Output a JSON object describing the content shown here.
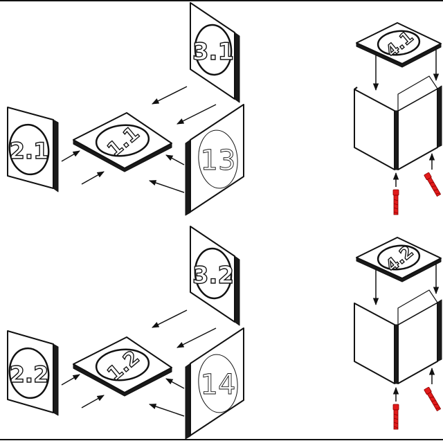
{
  "labels": {
    "top_panel_1": "1.1",
    "left_panel_1": "2.1",
    "back_panel_1": "3.1",
    "front_panel_1": "13",
    "lid_1": "4.1",
    "top_panel_2": "1.2",
    "left_panel_2": "2.2",
    "back_panel_2": "3.2",
    "front_panel_2": "14",
    "lid_2": "4.2"
  },
  "colors": {
    "line": "#111111",
    "screw": "#e21b1b",
    "background": "#ffffff"
  },
  "icons": [
    "screw-icon"
  ]
}
